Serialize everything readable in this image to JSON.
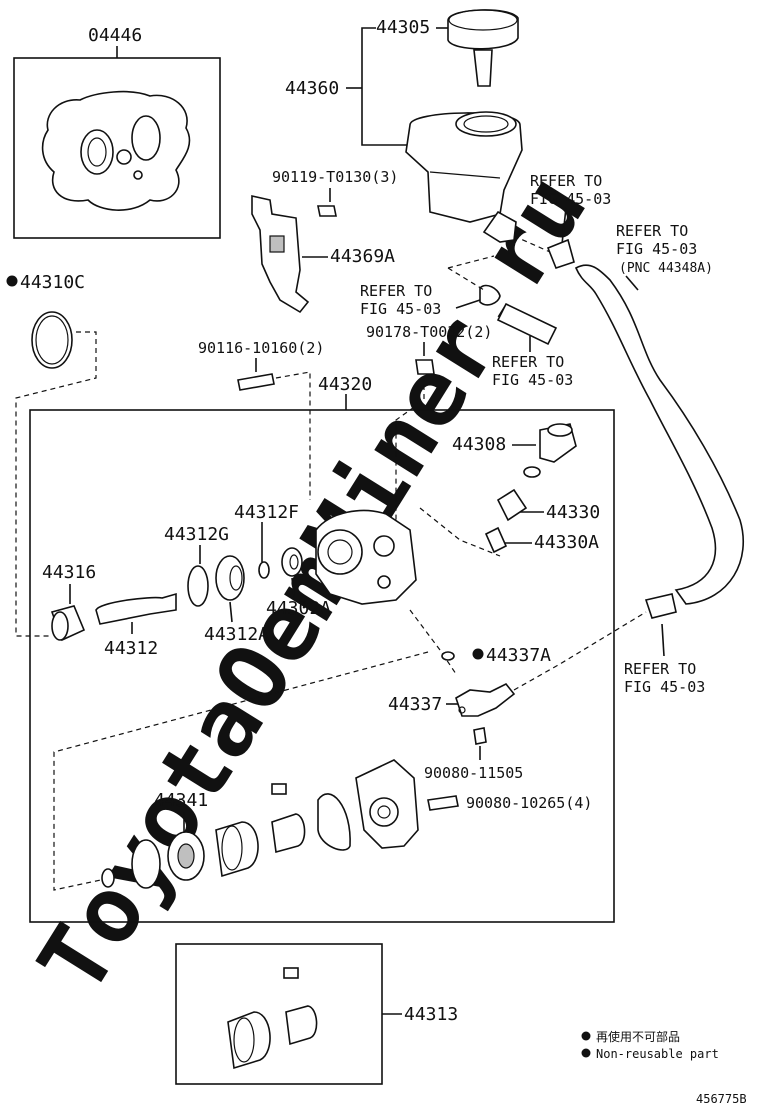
{
  "watermark": "ToyotaOemMiner.ru",
  "labels": {
    "p04446": "04446",
    "p44305": "44305",
    "p44360": "44360",
    "p90119": "90119-T0130(3)",
    "p44369A": "44369A",
    "p44310C": "44310C",
    "p90116": "90116-10160(2)",
    "p90178": "90178-T0032(2)",
    "p44320": "44320",
    "p44308": "44308",
    "p44330": "44330",
    "p44330A": "44330A",
    "p44312F": "44312F",
    "p44312G": "44312G",
    "p44316": "44316",
    "p44312": "44312",
    "p44312A": "44312A",
    "p44302A": "44302A",
    "p44337A": "44337A",
    "p44337": "44337",
    "p90080_11505": "90080-11505",
    "p90080_10265": "90080-10265(4)",
    "p44341": "44341",
    "p44313": "44313"
  },
  "refers": {
    "r1_l1": "REFER TO",
    "r1_l2": "FIG 45-03",
    "r2_l1": "REFER TO",
    "r2_l2": "FIG 45-03",
    "r2_l3": "(PNC 44348A)",
    "r3_l1": "REFER TO",
    "r3_l2": "FIG 45-03",
    "r4_l1": "REFER TO",
    "r4_l2": "FIG 45-03",
    "r5_l1": "REFER TO",
    "r5_l2": "FIG 45-03"
  },
  "legend": {
    "jp": "再使用不可部品",
    "en": "Non-reusable part"
  },
  "figure_id": "456775B"
}
